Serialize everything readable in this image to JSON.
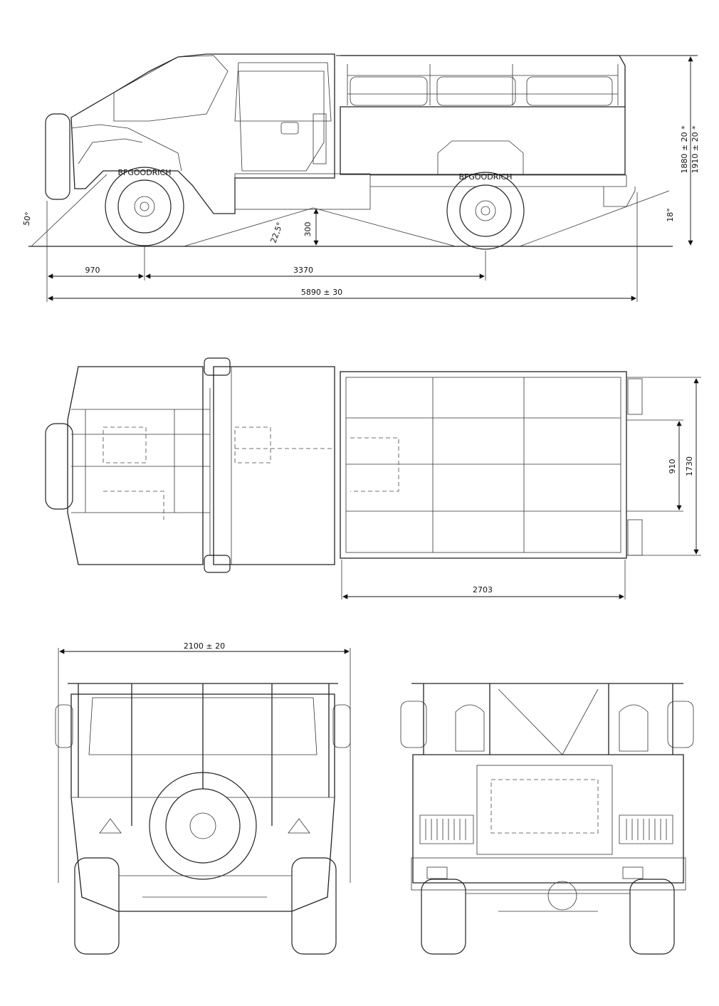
{
  "side_view": {
    "dim_front_overhang": "970",
    "dim_wheelbase": "3370",
    "dim_overall_length": "5890 ± 30",
    "dim_height_1": "1880 ± 20 *",
    "dim_height_2": "1910 ± 20 *",
    "dim_approach_angle": "50°",
    "dim_breakover_angle": "22,5°",
    "dim_ground_clearance": "300",
    "dim_departure_angle": "18°",
    "tyre_lettering": "BFGOODRICH"
  },
  "top_view": {
    "dim_inner_width": "910",
    "dim_bed_width": "1730",
    "dim_bed_length": "2703"
  },
  "front_view": {
    "dim_overall_width": "2100 ± 20"
  }
}
